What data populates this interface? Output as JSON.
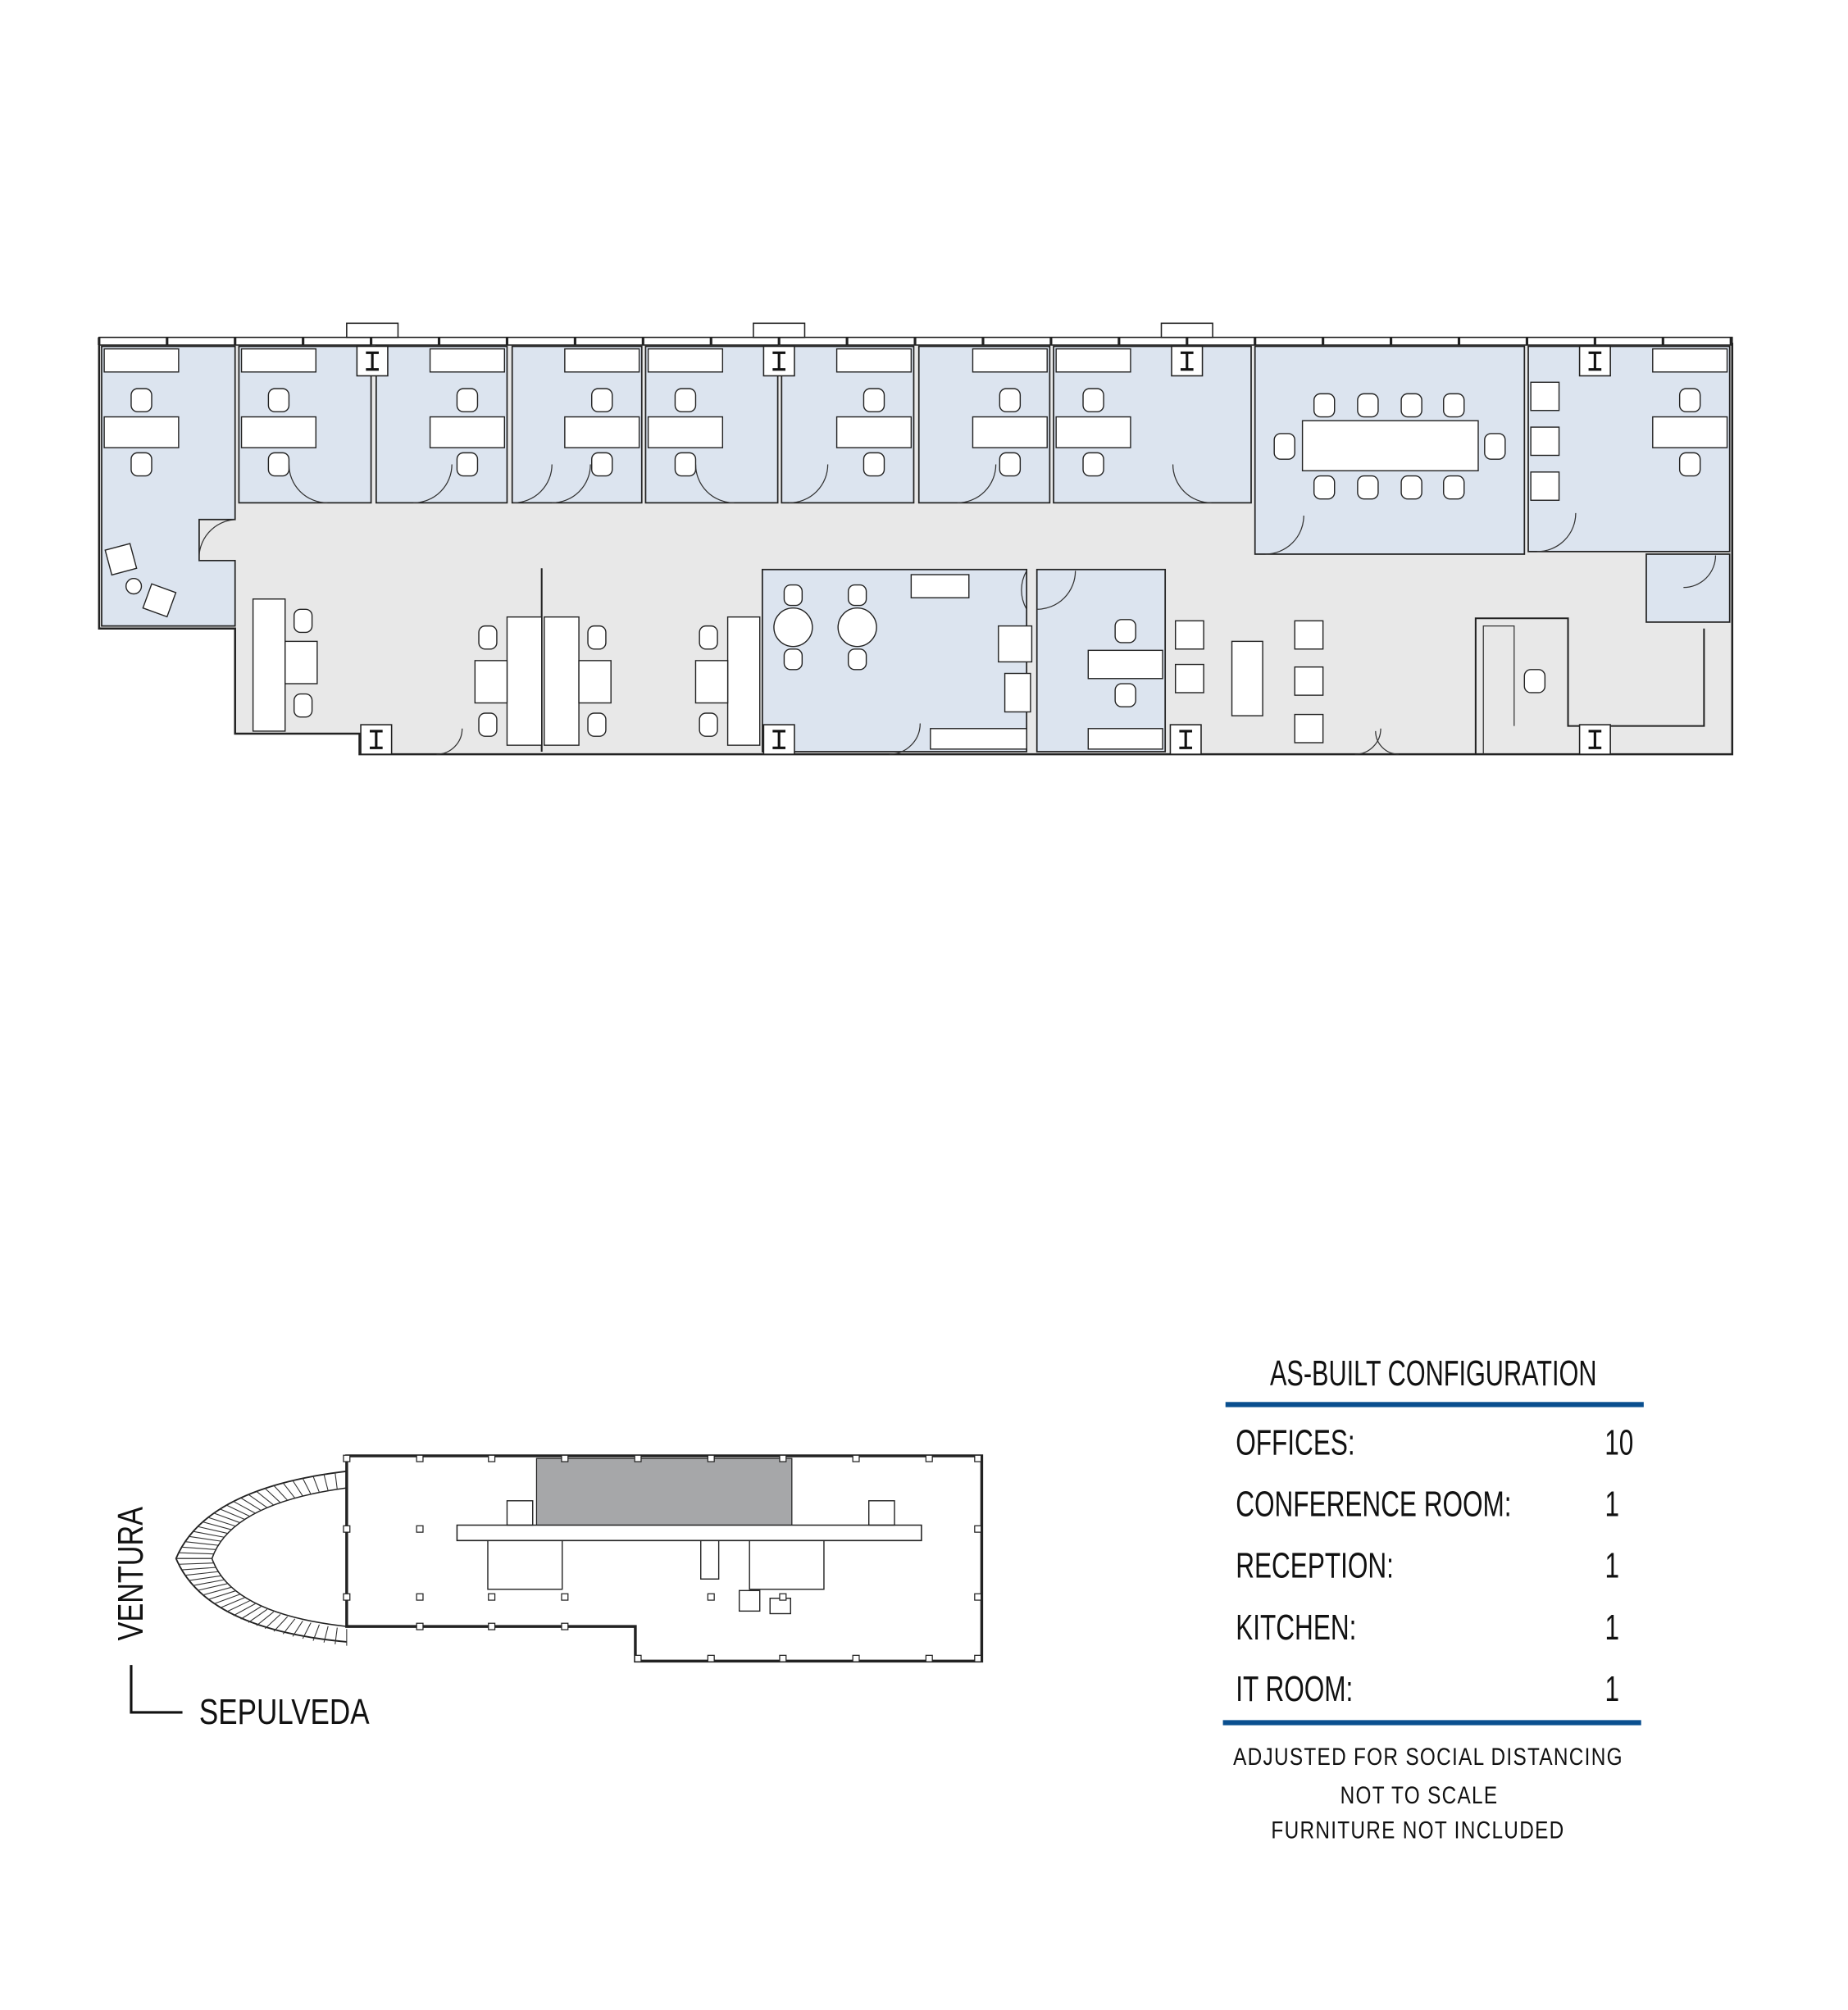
{
  "colors": {
    "office_fill": "#dce4ef",
    "corridor_fill": "#e8e8e8",
    "accent_rule": "#0a4f8f",
    "key_plan_highlight": "#a6a7a9"
  },
  "key_plan": {
    "street_vertical": "VENTURA",
    "street_horizontal": "SEPULVEDA"
  },
  "summary": {
    "title": "AS-BUILT CONFIGURATION",
    "rows": [
      {
        "label": "OFFICES:",
        "value": "10"
      },
      {
        "label": "CONFERENCE ROOM:",
        "value": "1"
      },
      {
        "label": "RECEPTION:",
        "value": "1"
      },
      {
        "label": "KITCHEN:",
        "value": "1"
      },
      {
        "label": "IT ROOM:",
        "value": "1"
      }
    ],
    "notes": [
      "ADJUSTED FOR SOCIAL DISTANCING",
      "NOT TO SCALE",
      "FURNITURE NOT INCLUDED"
    ]
  }
}
